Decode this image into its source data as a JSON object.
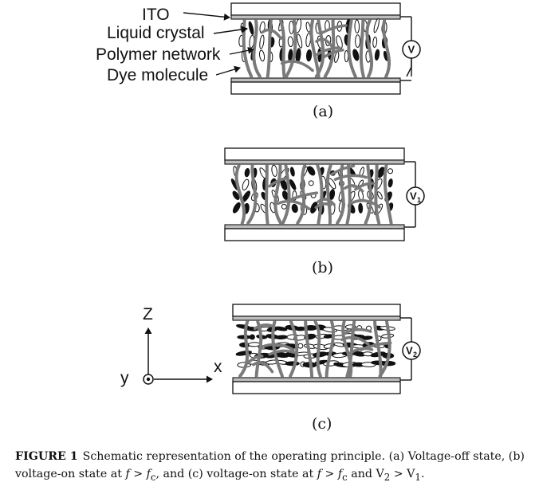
{
  "panel_a": {
    "labels": {
      "ito": "ITO",
      "liquid_crystal": "Liquid crystal",
      "polymer_network": "Polymer network",
      "dye_molecule": "Dye molecule"
    },
    "voltage": "V",
    "label": "(a)"
  },
  "panel_b": {
    "voltage": "V",
    "voltage_sub": "1",
    "label": "(b)"
  },
  "panel_c": {
    "voltage": "V",
    "voltage_sub": "2",
    "label": "(c)"
  },
  "axes": {
    "z": "Z",
    "x": "x",
    "y": "y"
  },
  "caption": {
    "figure_label": "FIGURE 1",
    "text_1": "Schematic representation of the operating principle. (a) Voltage-off state, (b) voltage-on state at ",
    "f": "f",
    "gt": " > ",
    "fc": "f",
    "c_sub": "c",
    "text_2": ", and (c) voltage-on state at ",
    "text_3": " and V",
    "v2_sub": "2",
    "text_4": " > V",
    "v1_sub": "1",
    "text_5": "."
  }
}
